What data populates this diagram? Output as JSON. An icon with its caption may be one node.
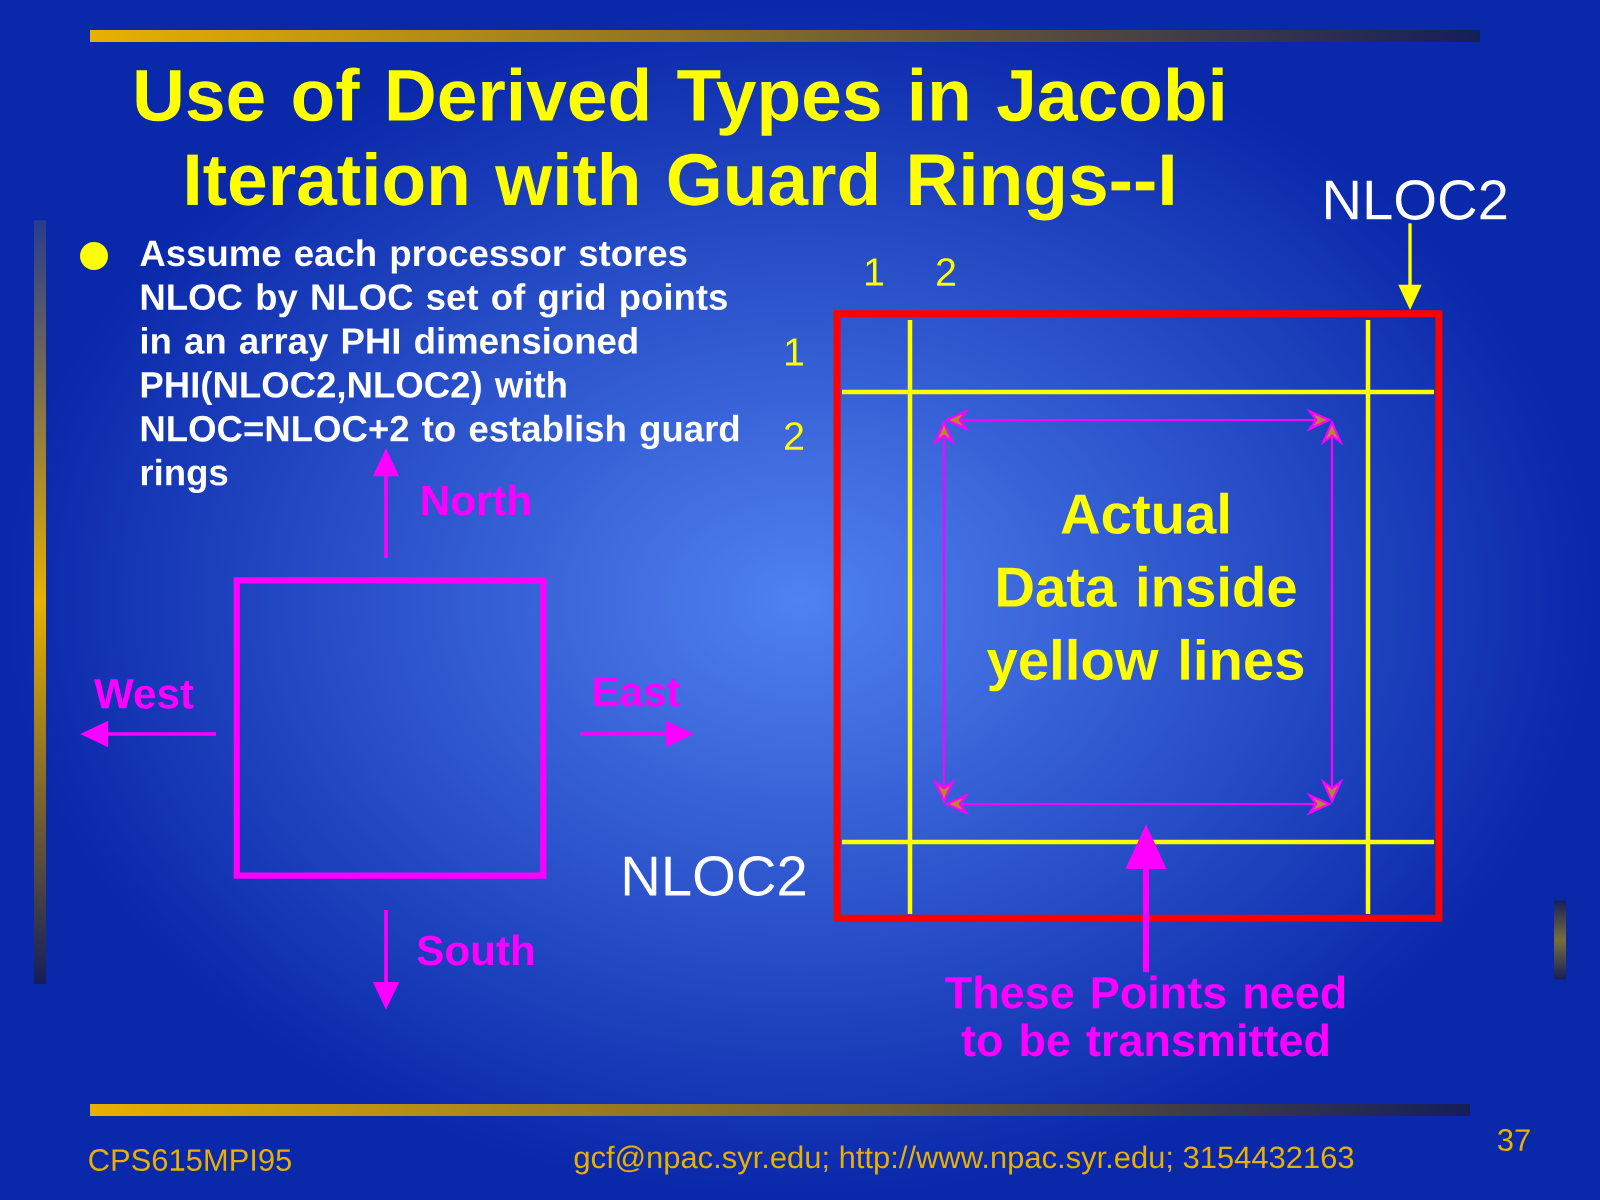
{
  "diagram": {
    "title": "Use of Derived Types in Jacobi Iteration with Guard Rings--I",
    "nodes": [
      {
        "text": [],
        "shape": "box"
      },
      {
        "text": [],
        "shape": "box"
      },
      {
        "text": [
          "Actual Data inside yellow lines"
        ],
        "in": 1
      },
      {
        "text": [
          "These Points need to be transmitted"
        ]
      },
      {
        "text": [
          "NLOC2"
        ]
      }
    ],
    "edges": [
      {
        "from": 3,
        "to": null,
        "arrow": "to"
      },
      {
        "from": 4,
        "to": 1,
        "arrow": "to",
        "color": "#ffff00"
      }
    ],
    "labels": [
      "Assume each processor stores NLOC by NLOC set of grid points in an array PHI dimensioned PHI(NLOC2,NLOC2) with NLOC=NLOC+2 to establish guard rings",
      "1",
      "2",
      "1",
      "2",
      "North",
      "West",
      "East",
      "South",
      "NLOC2",
      "CPS615MPI95",
      "gcf@npac.syr.edu; http://www.npac.syr.edu; 3154432163",
      "37"
    ]
  }
}
